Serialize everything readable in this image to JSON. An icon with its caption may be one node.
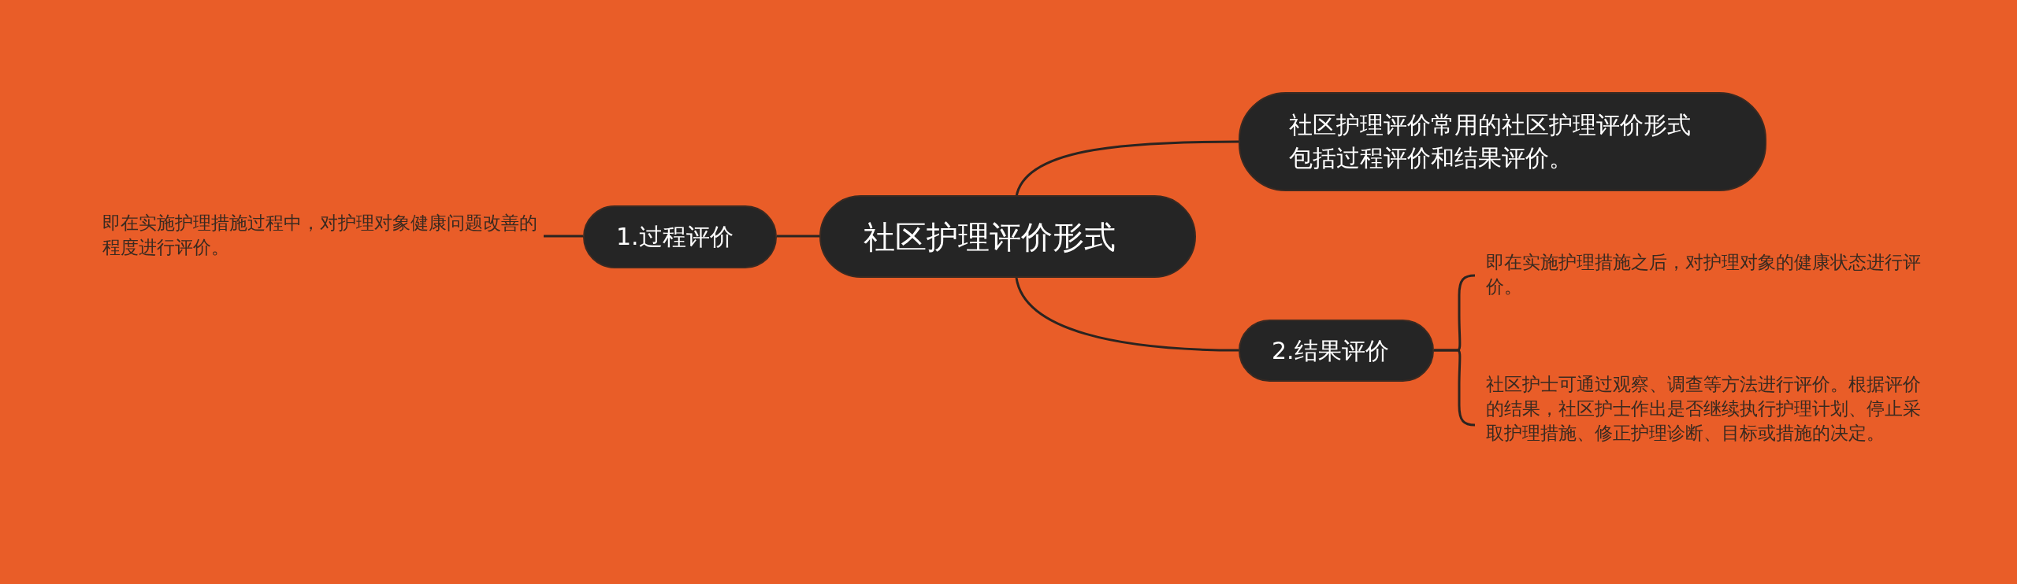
{
  "diagram": {
    "nodes": [
      {
        "text": [
          "社区护理评价形式"
        ]
      },
      {
        "text": [
          "社区护理评价常用的社区护理评价形式包括过程评价和结果评价。"
        ]
      },
      {
        "text": [
          "1.过程评价"
        ]
      },
      {
        "text": [
          "即在实施护理措施过程中，对护理对象健康问题改善的程度进行评价。"
        ]
      },
      {
        "text": [
          "2.结果评价"
        ]
      },
      {
        "text": [
          "即在实施护理措施之后，对护理对象的健康状态进行评价。"
        ]
      },
      {
        "text": [
          "社区护士可通过观察、调查等方法进行评价。根据评价的结果，社区护士作出是否继续执行护理计划、停止采取护理措施、修正护理诊断、目标或措施的决定。"
        ]
      }
    ],
    "edges": [
      {
        "from": 0,
        "to": 1,
        "arrow": "none"
      },
      {
        "from": 0,
        "to": 2,
        "arrow": "none"
      },
      {
        "from": 2,
        "to": 3,
        "arrow": "none"
      },
      {
        "from": 0,
        "to": 4,
        "arrow": "none"
      },
      {
        "from": 4,
        "to": 5,
        "arrow": "none"
      },
      {
        "from": 4,
        "to": 6,
        "arrow": "none"
      }
    ]
  }
}
